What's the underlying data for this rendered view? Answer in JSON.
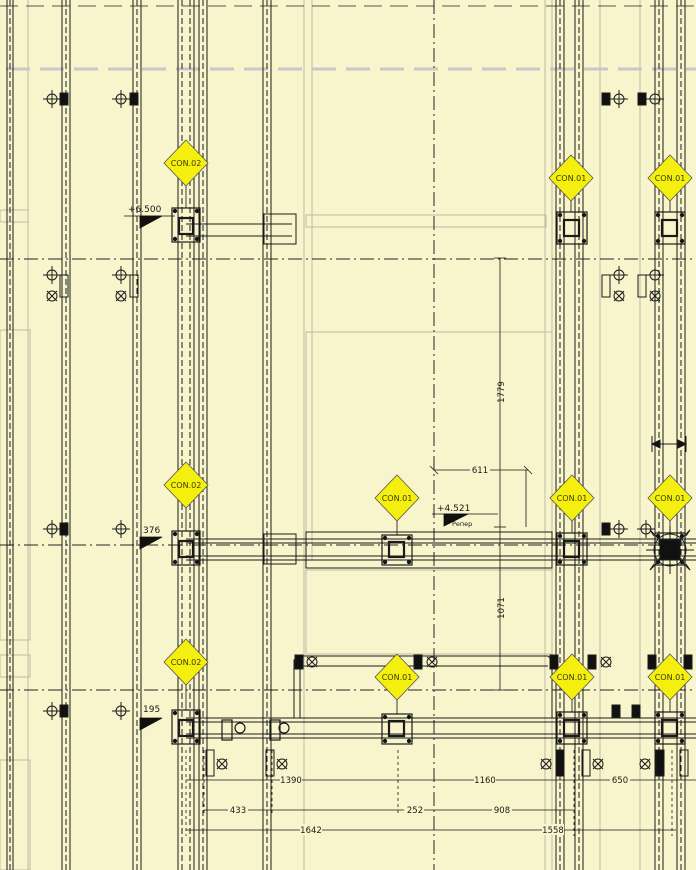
{
  "colors": {
    "background": "#f8f5cc",
    "line": "#1a1a1a",
    "thin_line": "#b8b6a0",
    "tag_fill": "#f5ef0f",
    "tag_text": "#3a3a00",
    "grid_dash": "#c8c8c8"
  },
  "drawing": {
    "tags": [
      {
        "label": "CON.02"
      },
      {
        "label": "CON.01"
      },
      {
        "label": "CON.01"
      },
      {
        "label": "CON.02"
      },
      {
        "label": "CON.01"
      },
      {
        "label": "CON.01"
      },
      {
        "label": "CON.01"
      },
      {
        "label": "CON.02"
      },
      {
        "label": "CON.01"
      },
      {
        "label": "CON.01"
      },
      {
        "label": "CON.01"
      }
    ],
    "levels": [
      {
        "label": "+6.500"
      },
      {
        "label": "+4.521"
      },
      {
        "label": "376"
      },
      {
        "label": "195"
      }
    ],
    "benchmark_label": "Репер",
    "dims_vertical": [
      {
        "label": "1779"
      },
      {
        "label": "1071"
      }
    ],
    "dims_horizontal": [
      {
        "label": "611"
      },
      {
        "label": "1390"
      },
      {
        "label": "1160"
      },
      {
        "label": "650"
      },
      {
        "label": "433"
      },
      {
        "label": "252"
      },
      {
        "label": "908"
      },
      {
        "label": "1642"
      },
      {
        "label": "1558"
      }
    ]
  }
}
